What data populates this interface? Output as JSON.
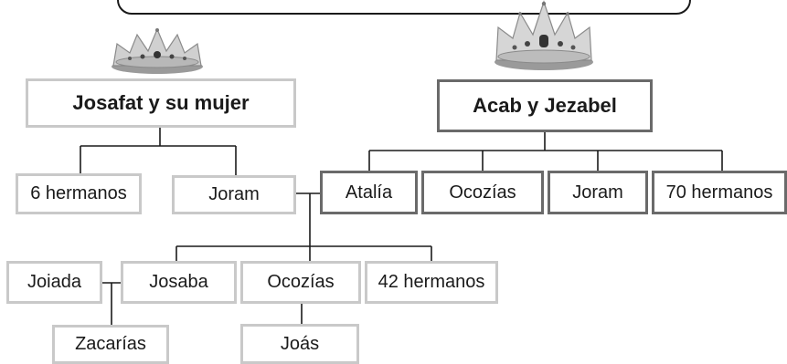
{
  "colors": {
    "left_family_border": "#c9c9c9",
    "right_family_border": "#6a6a6a",
    "connector": "#1a1a1a",
    "crown_metal": "#bdbdbd",
    "crown_jewel": "#333333"
  },
  "icons": {
    "left_crown": "crown-icon",
    "right_crown": "crown-icon"
  },
  "nodes": {
    "josafat": "Josafat y su mujer",
    "acab": "Acab y Jezabel",
    "seis_hermanos": "6 hermanos",
    "joram_left": "Joram",
    "atalia": "Atalía",
    "ocozias_right": "Ocozías",
    "joram_right": "Joram",
    "setenta_hermanos": "70 hermanos",
    "joiada": "Joiada",
    "josaba": "Josaba",
    "ocozias_bottom": "Ocozías",
    "cuarenta_dos_hermanos": "42 hermanos",
    "zacarias": "Zacarías",
    "joas": "Joás"
  }
}
